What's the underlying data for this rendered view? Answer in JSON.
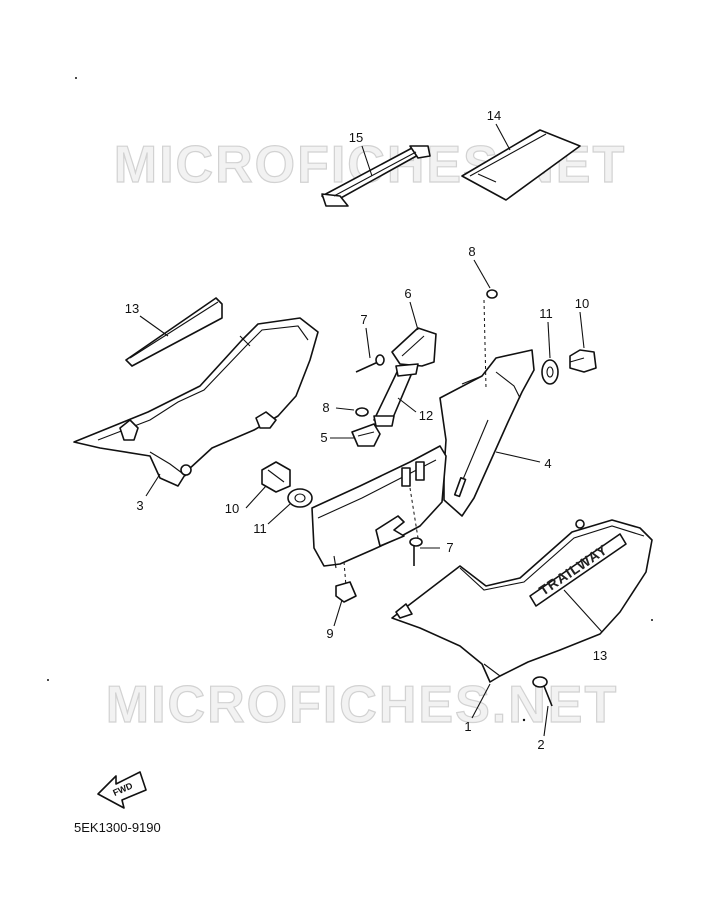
{
  "watermarks": [
    "MICROFICHES.NET",
    "MICROFICHES.NET"
  ],
  "callouts": {
    "c1": "1",
    "c2": "2",
    "c3": "3",
    "c4": "4",
    "c5": "5",
    "c6": "6",
    "c7a": "7",
    "c7b": "7",
    "c8a": "8",
    "c8b": "8",
    "c9": "9",
    "c10a": "10",
    "c10b": "10",
    "c11a": "11",
    "c11b": "11",
    "c12": "12",
    "c13a": "13",
    "c13b": "13",
    "c14": "14",
    "c15": "15"
  },
  "cover_badge": "TRAILWAY",
  "fwd_label": "FWD",
  "diagram_code": "5EK1300-9190"
}
